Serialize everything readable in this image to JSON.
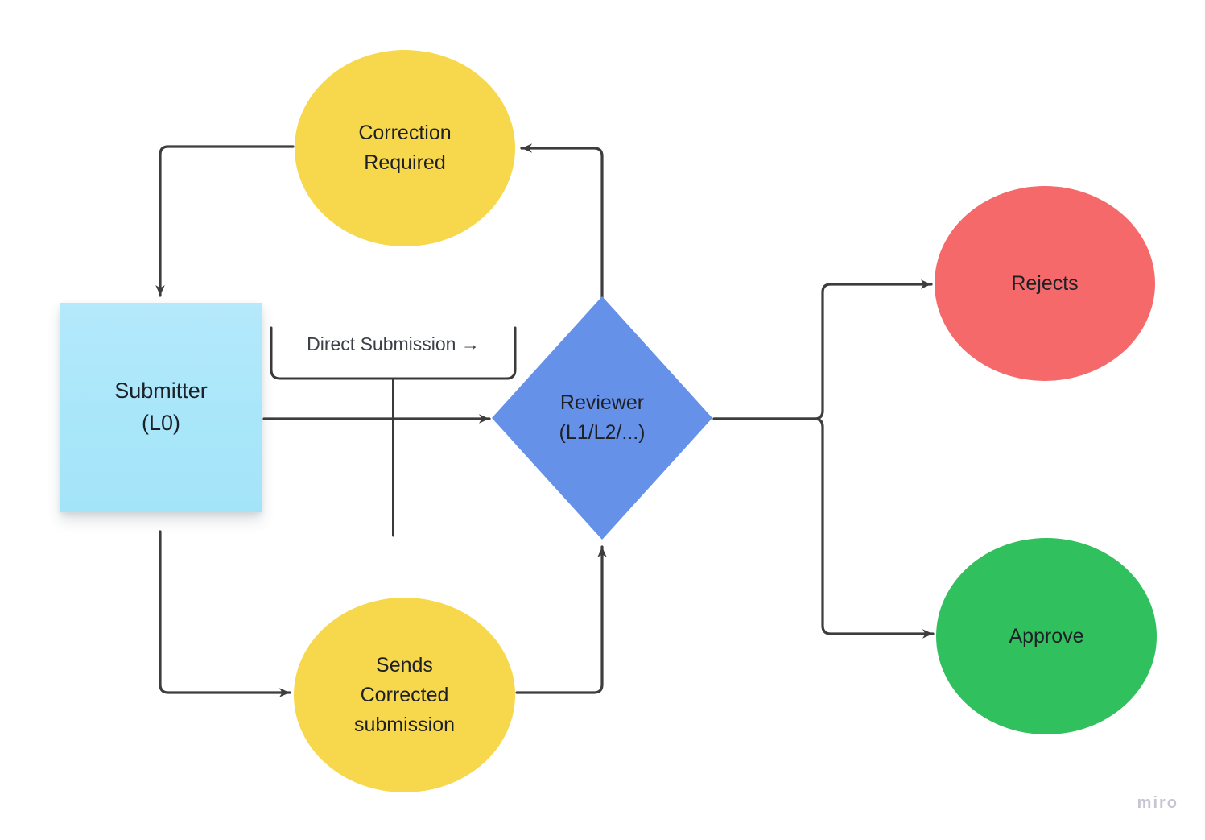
{
  "diagram": {
    "nodes": {
      "correction_required": {
        "label": "Correction Required",
        "shape": "ellipse",
        "fill": "#f7d74b"
      },
      "submitter": {
        "label": "Submitter (L0)",
        "shape": "sticky-note",
        "fill": "#a9e6fa"
      },
      "reviewer": {
        "label": "Reviewer (L1/L2/...)",
        "shape": "diamond",
        "fill": "#6691e8"
      },
      "rejects": {
        "label": "Rejects",
        "shape": "ellipse",
        "fill": "#f5696b"
      },
      "approve": {
        "label": "Approve",
        "shape": "ellipse",
        "fill": "#31c05e"
      },
      "sends_corrected": {
        "label": "Sends Corrected submission",
        "shape": "ellipse",
        "fill": "#f7d74b"
      }
    },
    "edge_labels": {
      "direct_submission": "Direct Submission →"
    },
    "colors": {
      "connector": "#3d3d3f",
      "text": "#1d2026",
      "background": "#ffffff"
    }
  },
  "watermark": {
    "label": "miro"
  }
}
